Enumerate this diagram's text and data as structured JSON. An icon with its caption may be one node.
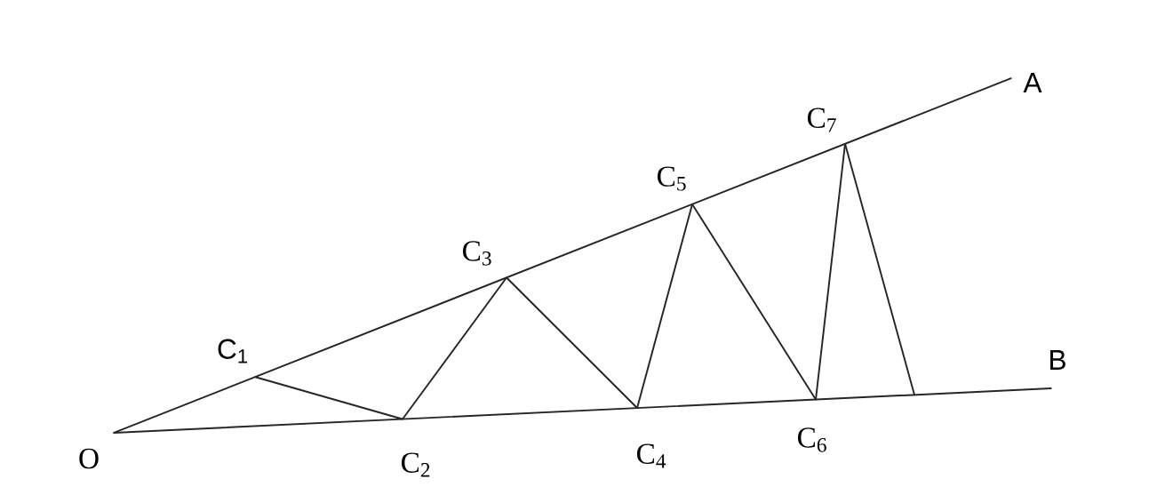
{
  "diagram": {
    "nodes": [
      {
        "text": [
          "O"
        ]
      },
      {
        "text": [
          "A"
        ]
      },
      {
        "text": [
          "B"
        ]
      },
      {
        "text": [
          "C$_{1}$"
        ]
      },
      {
        "text": [
          "C$_{2}$"
        ]
      },
      {
        "text": [
          "C$_{3}$"
        ]
      },
      {
        "text": [
          "C$_{4}$"
        ]
      },
      {
        "text": [
          "C$_{5}$"
        ]
      },
      {
        "text": [
          "C$_{6}$"
        ]
      },
      {
        "text": [
          "C$_{7}$"
        ]
      }
    ],
    "edges": [
      {
        "from": 0,
        "to": 1,
        "arrow": "none"
      },
      {
        "from": 0,
        "to": 2,
        "arrow": "none"
      },
      {
        "from": 3,
        "to": 4,
        "arrow": "none"
      },
      {
        "from": 4,
        "to": 5,
        "arrow": "none"
      },
      {
        "from": 5,
        "to": 6,
        "arrow": "none"
      },
      {
        "from": 6,
        "to": 7,
        "arrow": "none"
      },
      {
        "from": 7,
        "to": 8,
        "arrow": "none"
      },
      {
        "from": 8,
        "to": 9,
        "arrow": "none"
      },
      {
        "from": 9,
        "to": null,
        "arrow": "none"
      }
    ]
  }
}
